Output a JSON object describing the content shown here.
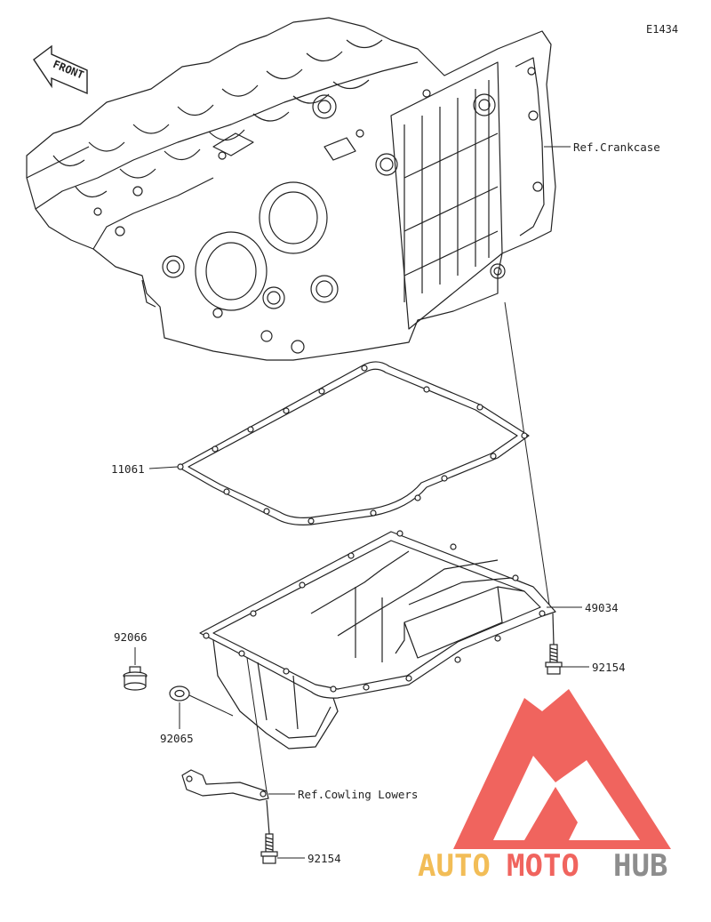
{
  "diagram_code": "E1434",
  "front_label": "FRONT",
  "callouts": {
    "ref_crankcase": "Ref.Crankcase",
    "gasket": "11061",
    "oil_pan": "49034",
    "bolt_pan": "92154",
    "drain_plug": "92066",
    "washer": "92065",
    "ref_cowling": "Ref.Cowling Lowers",
    "bolt_bracket": "92154"
  },
  "watermark": {
    "part1": "AUTO",
    "part2": "MOTO",
    "part3": "HUB"
  },
  "colors": {
    "line": "#222222",
    "watermark_red": "#ee4a43",
    "watermark_orange": "#f0b23a",
    "watermark_gray": "#7a7a7a"
  }
}
